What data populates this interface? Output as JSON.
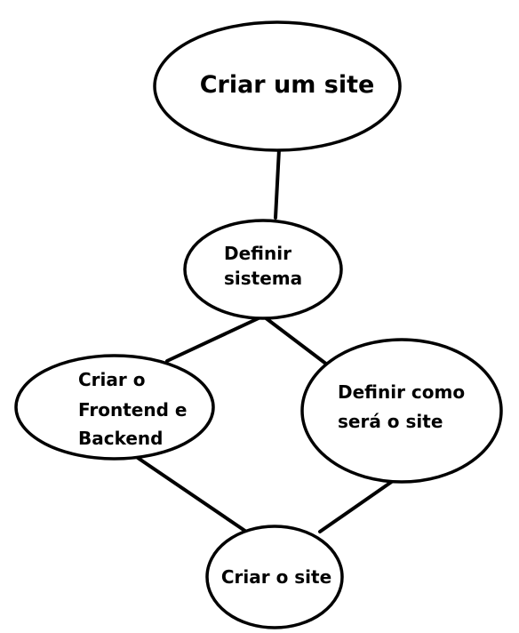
{
  "diagram": {
    "nodes": [
      {
        "id": "root",
        "lines": [
          "Criar um site"
        ]
      },
      {
        "id": "sistema",
        "lines": [
          "Definir",
          "sistema"
        ]
      },
      {
        "id": "frontback",
        "lines": [
          "Criar o",
          "Frontend e",
          "Backend"
        ]
      },
      {
        "id": "como",
        "lines": [
          "Definir como",
          "será o site"
        ]
      },
      {
        "id": "site",
        "lines": [
          "Criar o site"
        ]
      }
    ],
    "edges": [
      {
        "from": "root",
        "to": "sistema"
      },
      {
        "from": "sistema",
        "to": "frontback"
      },
      {
        "from": "sistema",
        "to": "como"
      },
      {
        "from": "frontback",
        "to": "site"
      },
      {
        "from": "como",
        "to": "site"
      }
    ]
  }
}
